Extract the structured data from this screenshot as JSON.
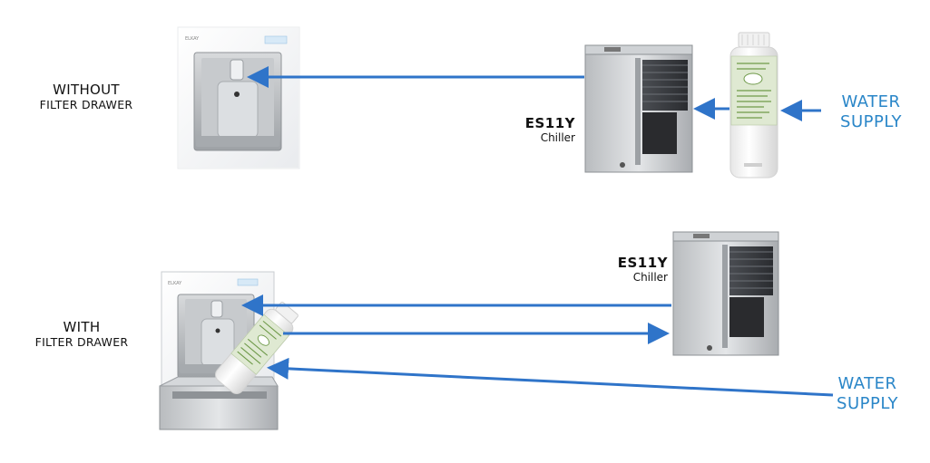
{
  "top": {
    "station_label": {
      "line1": "WITHOUT",
      "line2": "FILTER DRAWER"
    },
    "chiller": {
      "model": "ES11Y",
      "kind": "Chiller"
    },
    "water": {
      "line1": "WATER",
      "line2": "SUPPLY"
    }
  },
  "bottom": {
    "station_label": {
      "line1": "WITH",
      "line2": "FILTER DRAWER"
    },
    "chiller": {
      "model": "ES11Y",
      "kind": "Chiller"
    },
    "water": {
      "line1": "WATER",
      "line2": "SUPPLY"
    }
  },
  "colors": {
    "arrow": "#2f74c9",
    "water_text": "#2a86c8",
    "filter_label": "#5e8a3a"
  },
  "brand_mark": "ELKAY"
}
